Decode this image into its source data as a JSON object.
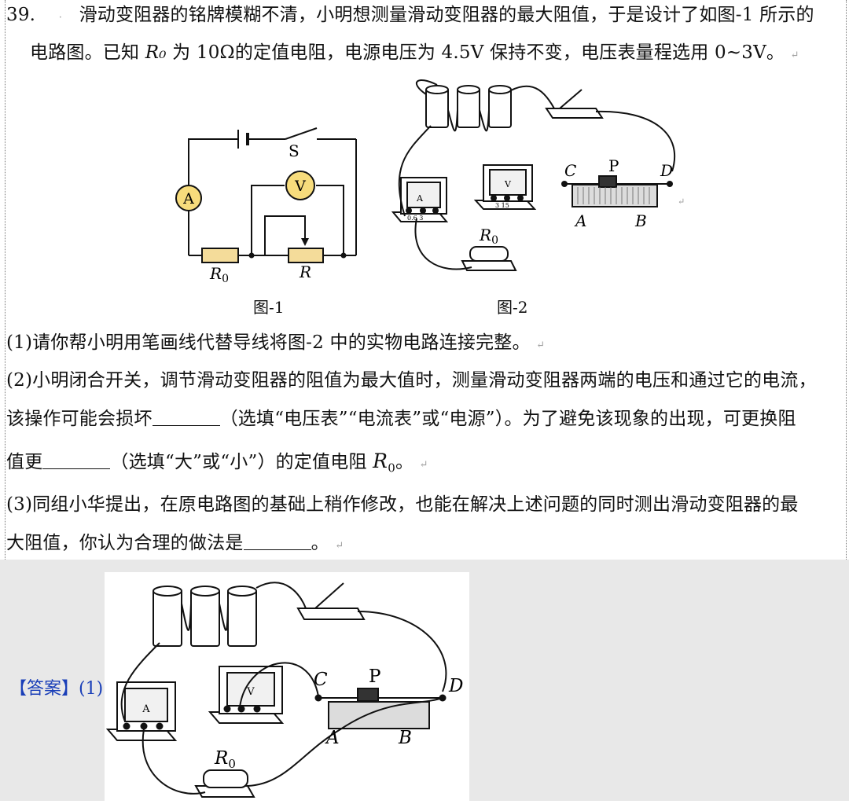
{
  "question": {
    "number": "39.",
    "line1": "滑动变阻器的铭牌模糊不清，小明想测量滑动变阻器的最大阻值，于是设计了如图-1 所示的",
    "line2_a": "电路图。已知 ",
    "line2_r0": "R₀",
    "line2_b": " 为 10Ω的定值电阻，电源电压为 4.5V 保持不变，电压表量程选用 0~3V。",
    "fig1_caption": "图-1",
    "fig2_caption": "图-2",
    "part1": "(1)请你帮小明用笔画线代替导线将图-2 中的实物电路连接完整。",
    "part2_line1": "(2)小明闭合开关，调节滑动变阻器的阻值为最大值时，测量滑动变阻器两端的电压和通过它的电流，",
    "part2_line2_a": "该操作可能会损坏",
    "part2_line2_b": "（选填“电压表”“电流表”或“电源”）。为了避免该现象的出现，可更换阻",
    "part2_line3_a": "值更",
    "part2_line3_b": "（选填“大”或“小”）的定值电阻 ",
    "part2_line3_r0": "R",
    "part2_line3_sub": "0",
    "part2_line3_c": "。",
    "part3_line1": "(3)同组小华提出，在原电路图的基础上稍作修改，也能在解决上述问题的同时测出滑动变阻器的最",
    "part3_line2_a": "大阻值，你认为合理的做法是",
    "part3_line2_b": "。"
  },
  "fig1": {
    "ammeter": "A",
    "voltmeter": "V",
    "switch": "S",
    "r0_main": "R",
    "r0_sub": "0",
    "r": "R"
  },
  "fig2": {
    "c": "C",
    "p": "P",
    "d": "D",
    "a": "A",
    "b": "B",
    "r0_main": "R",
    "r0_sub": "0",
    "ammeter_face": "A",
    "voltmeter_face": "V",
    "ammeter_scale": "0.6  3",
    "voltmeter_scale": "3  15"
  },
  "answer": {
    "label": "【答案】(1)",
    "d_mark": "D"
  },
  "marks": {
    "return": "↵"
  }
}
